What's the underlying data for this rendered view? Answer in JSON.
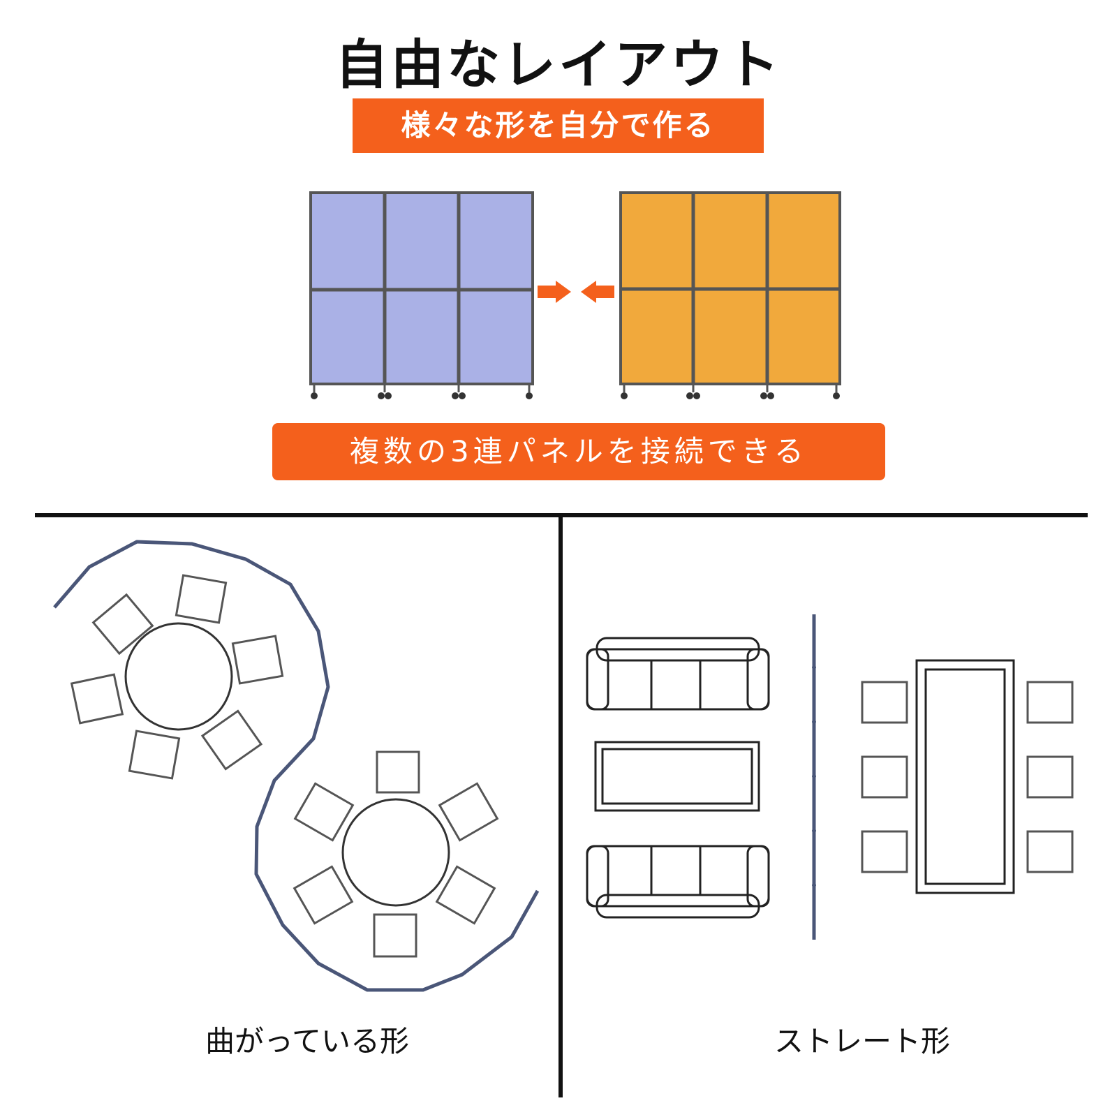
{
  "title": "自由なレイアウト",
  "subtitle_banner": "様々な形を自分で作る",
  "connect_banner": "複数の3連パネルを接続できる",
  "colors": {
    "accent": "#f4601c",
    "panel_blue": "#aab1e6",
    "panel_orange": "#f1a93c",
    "frame": "#555555"
  },
  "layouts": [
    {
      "label": "曲がっている形"
    },
    {
      "label": "ストレート形"
    }
  ]
}
